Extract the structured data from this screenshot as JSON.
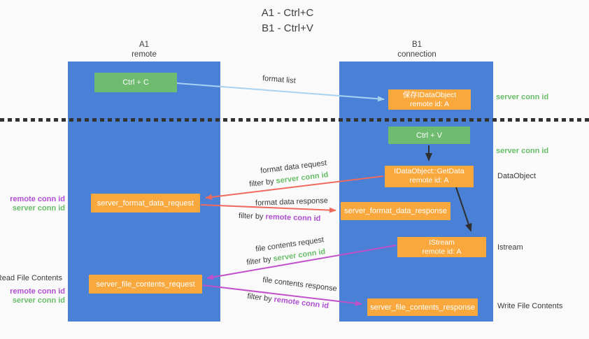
{
  "title": {
    "line1": "A1 - Ctrl+C",
    "line2": "B1 - Ctrl+V"
  },
  "lanes": {
    "left": {
      "name": "A1",
      "subtitle": "remote"
    },
    "right": {
      "name": "B1",
      "subtitle": "connection"
    }
  },
  "nodes": {
    "ctrl_c": {
      "label": "Ctrl + C"
    },
    "save_dataobject": {
      "line1": "保存IDataObject",
      "line2": "remote id: A"
    },
    "ctrl_v": {
      "label": "Ctrl + V"
    },
    "getdata": {
      "line1": "IDataObject::GetData",
      "line2": "remote id: A"
    },
    "format_request": {
      "label": "server_format_data_request"
    },
    "format_response": {
      "label": "server_format_data_response"
    },
    "istream": {
      "line1": "IStream",
      "line2": "remote id: A"
    },
    "file_request": {
      "label": "server_file_contents_request"
    },
    "file_response": {
      "label": "server_file_contents_response"
    }
  },
  "edge_labels": {
    "format_list": "format list",
    "format_data_request": "format data request",
    "format_data_response": "format data response",
    "file_contents_request": "file contents request",
    "file_contents_response": "file contents response",
    "filter_by": "filter by ",
    "server_conn_id": "server conn id",
    "remote_conn_id": "remote conn id"
  },
  "side_labels": {
    "server_conn_id": "server conn id",
    "remote_conn_id": "remote conn id",
    "dataobject": "DataObject",
    "istream": "Istream",
    "read_file_contents": "Read File Contents",
    "write_file_contents": "Write File Contents"
  },
  "colors": {
    "lane_blue": "#4a80d5",
    "node_green": "#6fbc71",
    "node_orange": "#f9a83e",
    "arrow_lightblue": "#a8d2f2",
    "arrow_red": "#ef6a5e",
    "arrow_magenta": "#c150c9",
    "arrow_black": "#2f2f2f",
    "text_green": "#69bd69",
    "text_purple": "#b04fd1"
  }
}
